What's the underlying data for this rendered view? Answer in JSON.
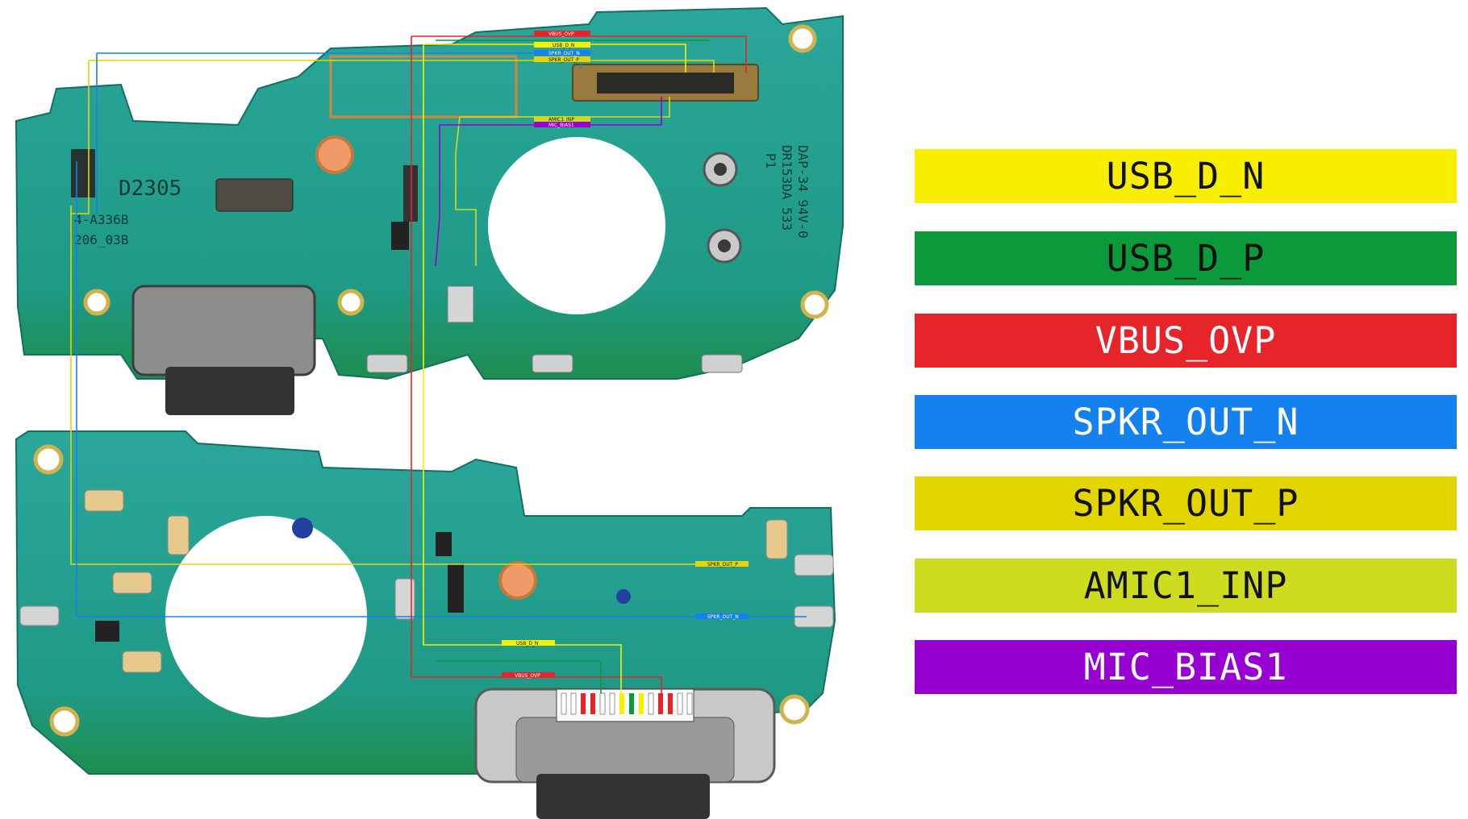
{
  "legend": [
    {
      "label": "USB_D_N",
      "color": "#f7ee00",
      "text_color": "#111111"
    },
    {
      "label": "USB_D_P",
      "color": "#0a9a3c",
      "text_color": "#111111"
    },
    {
      "label": "VBUS_OVP",
      "color": "#e6242a",
      "text_color": "#ffffff"
    },
    {
      "label": "SPKR_OUT_N",
      "color": "#1481ee",
      "text_color": "#ffffff"
    },
    {
      "label": "SPKR_OUT_P",
      "color": "#e3d600",
      "text_color": "#111111"
    },
    {
      "label": "AMIC1_INP",
      "color": "#cddc1f",
      "text_color": "#111111"
    },
    {
      "label": "MIC_BIAS1",
      "color": "#9600d0",
      "text_color": "#ffffff"
    }
  ],
  "board_labels": {
    "marking_1": "D2305",
    "marking_2": "4-A336B",
    "marking_3": "206_03B",
    "marking_4": "DAP-34 94V-0",
    "marking_5": "DR153DA 533",
    "marking_6": "P1",
    "net_vbus_top": "VBUS_OVP",
    "net_usbdn_top": "USB_D_N",
    "net_spkn_top": "SPKR_OUT_N",
    "net_spkp_top": "SPKR_OUT_P",
    "net_amic_top": "AMIC1_INP",
    "net_micb_top": "MIC_BIAS1",
    "net_spkp_bottom": "SPKR_OUT_P",
    "net_spkn_bottom": "SPKR_OUT_N",
    "net_usbdn_bottom": "USB_D_N",
    "net_vbus_bottom": "VBUS_OVP"
  }
}
